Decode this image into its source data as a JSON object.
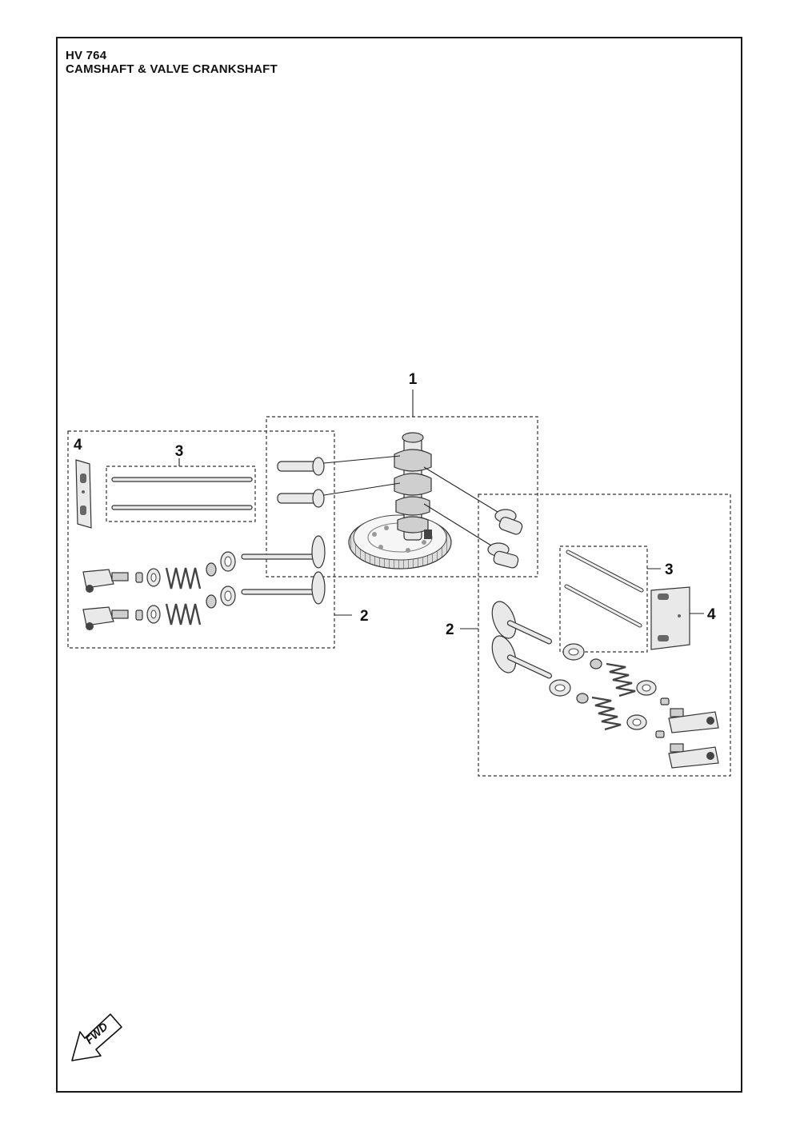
{
  "header": {
    "model": "HV 764",
    "title": "CAMSHAFT & VALVE CRANKSHAFT"
  },
  "callouts": {
    "camshaft": "1",
    "valve_set_left": "2",
    "push_rods_left": "3",
    "rocker_plate_left": "4",
    "valve_set_right": "2",
    "push_rods_right": "3",
    "rocker_plate_right": "4"
  },
  "direction": {
    "label": "FWD",
    "icon": "fwd-arrow-icon"
  }
}
